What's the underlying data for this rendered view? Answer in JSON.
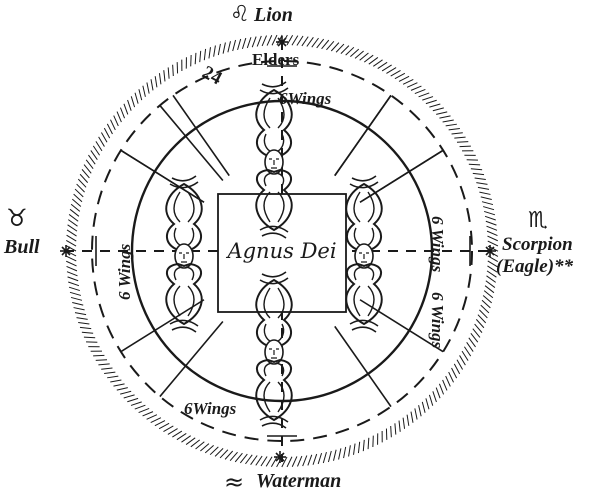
{
  "diagram": {
    "center_label": "Agnus Dei",
    "elders_label": "Elders",
    "elders_count": "24",
    "wings_label": "6 Wings",
    "wings_label_tight": "6Wings",
    "signs": {
      "top": {
        "symbol": "♌",
        "name": "Lion"
      },
      "bottom": {
        "symbol": "≈",
        "name": "Waterman"
      },
      "left": {
        "symbol": "♉",
        "name": "Bull"
      },
      "right": {
        "symbol": "♏",
        "name": "Scorpion",
        "note": "(Eagle)**"
      }
    },
    "creature_icon": "winged-face-with-feathered-body-icon",
    "ink_color": "#1a1a1a"
  }
}
